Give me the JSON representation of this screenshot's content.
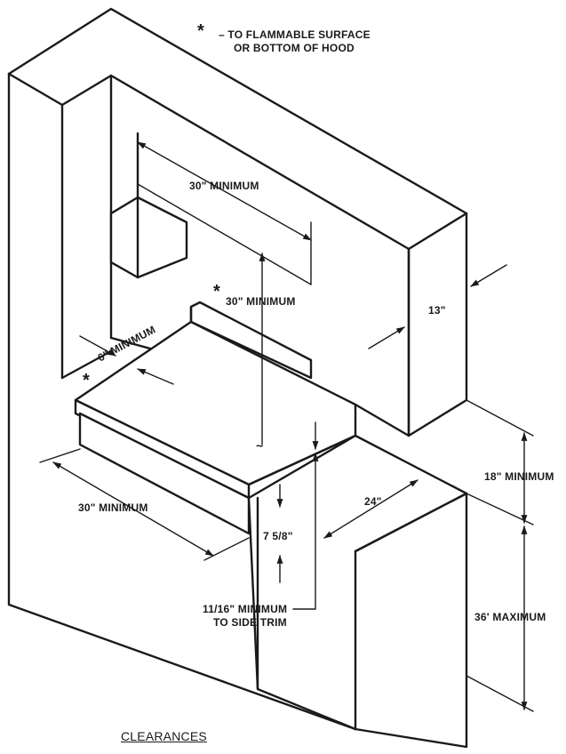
{
  "note": {
    "star": "*",
    "line1": "– TO FLAMMABLE SURFACE",
    "line2": "OR BOTTOM OF HOOD"
  },
  "dims": {
    "top_width": "30\" MINIMUM",
    "hood_height_star": "*",
    "hood_height": "30\" MINIMUM",
    "side_star": "*",
    "side": "6\" MINIMUM",
    "cabinet_depth": "13\"",
    "front_width": "30\" MINIMUM",
    "counter_depth": "24\"",
    "upper_clearance": "18\" MINIMUM",
    "counter_height": "36' MAXIMUM",
    "range_height": "7 5/8\"",
    "trim_line1": "11/16\" MINIMUM",
    "trim_line2": "TO SIDE TRIM",
    "approx": "~"
  },
  "title": "CLEARANCES"
}
